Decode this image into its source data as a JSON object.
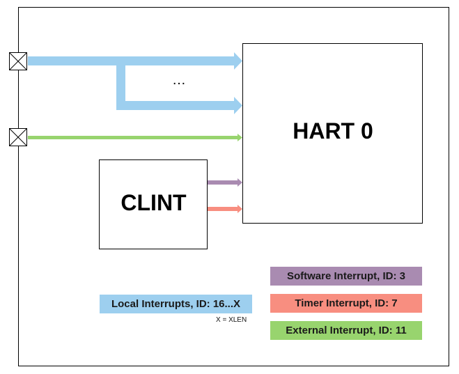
{
  "blocks": {
    "hart_label": "HART 0",
    "clint_label": "CLINT",
    "ellipsis": "…"
  },
  "legend": {
    "software": "Software Interrupt, ID: 3",
    "timer": "Timer Interrupt, ID: 7",
    "external": "External Interrupt, ID: 11",
    "local": "Local Interrupts, ID: 16...X",
    "note": "X = XLEN"
  },
  "colors": {
    "local": "#9dcfef",
    "external": "#98d46e",
    "software": "#a98bb1",
    "timer": "#f88e80",
    "border": "#000000"
  }
}
